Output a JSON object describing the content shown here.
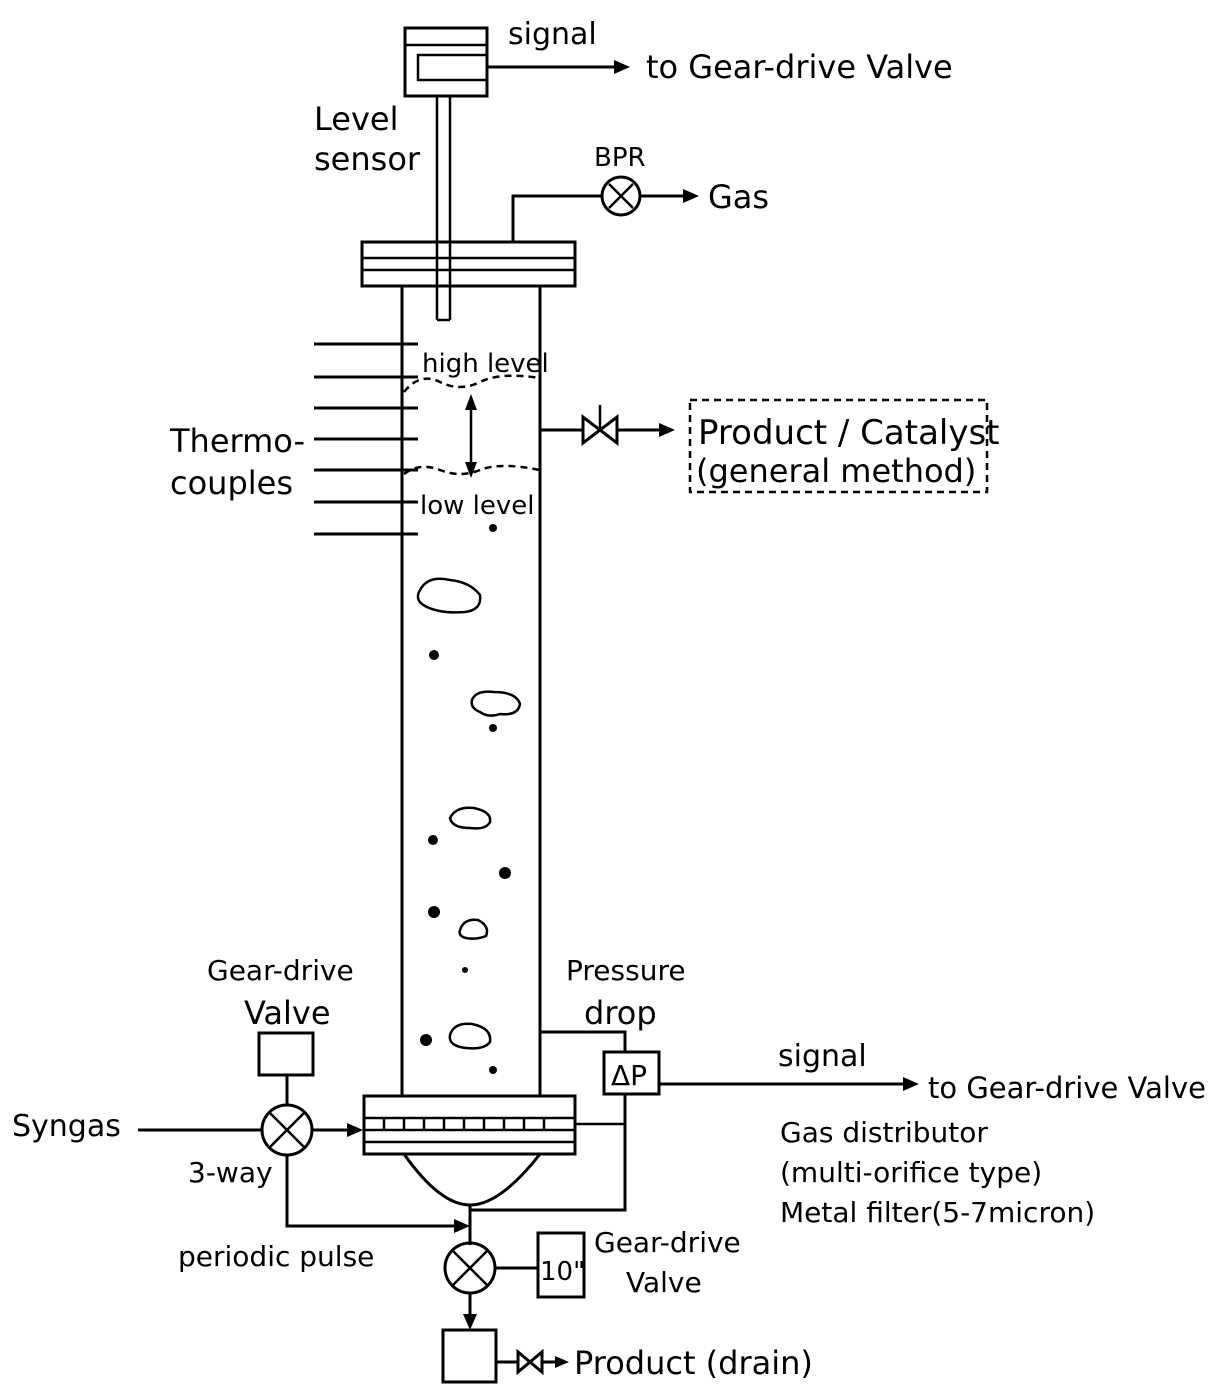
{
  "labels": {
    "signal_top": "signal",
    "to_gear_drive_top": "to Gear-drive Valve",
    "level_sensor_line1": "Level",
    "level_sensor_line2": "sensor",
    "bpr": "BPR",
    "gas": "Gas",
    "high_level": "high level",
    "low_level": "low level",
    "thermo_line1": "Thermo-",
    "thermo_line2": "couples",
    "product_catalyst_line1": "Product / Catalyst",
    "product_catalyst_line2": "(general method)",
    "gear_drive_valve_left_line1": "Gear-drive",
    "gear_drive_valve_left_line2": "Valve",
    "pressure_line1": "Pressure",
    "pressure_line2": "drop",
    "delta_p": "ΔP",
    "signal_right": "signal",
    "to_gear_drive_right": "to Gear-drive Valve",
    "syngas": "Syngas",
    "three_way": "3-way",
    "gas_distributor_line1": "Gas distributor",
    "gas_distributor_line2": "(multi-orifice type)",
    "gas_distributor_line3": "Metal filter(5-7micron)",
    "periodic_pulse": "periodic pulse",
    "timer_10": "10\"",
    "gear_drive_valve_bottom_line1": "Gear-drive",
    "gear_drive_valve_bottom_line2": "Valve",
    "product_drain": "Product (drain)"
  }
}
